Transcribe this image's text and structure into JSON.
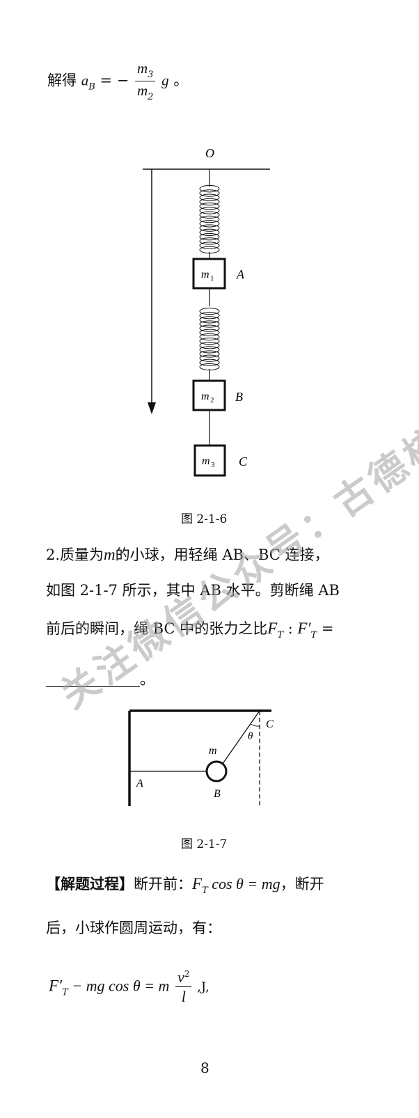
{
  "line1": {
    "prefix": "解得",
    "a": "a",
    "a_sub": "B",
    "eq": "= −",
    "num": "m",
    "num_sub": "3",
    "den": "m",
    "den_sub": "2",
    "g": "g",
    "end": "。"
  },
  "fig1": {
    "labels": {
      "O": "O",
      "A": "A",
      "B": "B",
      "C": "C",
      "m": "m",
      "sub1": "1",
      "sub2": "2",
      "sub3": "3"
    },
    "caption": "图 2-1-6"
  },
  "problem2": {
    "line1a": "2.质量为",
    "m": "m",
    "line1b": "的小球，用轻绳 AB、BC 连接，",
    "line2": "如图 2-1-7 所示，其中 AB 水平。剪断绳 AB",
    "line3": "前后的瞬间，绳 BC 中的张力之比",
    "F": "F",
    "T": "T",
    "colon": " : ",
    "Fp": "F′",
    "eq": " =",
    "end": "。"
  },
  "fig2": {
    "labels": {
      "A": "A",
      "B": "B",
      "C": "C",
      "m": "m",
      "theta": "θ"
    },
    "caption": "图 2-1-7"
  },
  "solution": {
    "tag": "【解题过程】",
    "t1": "断开前：",
    "F": "F",
    "T": "T",
    "expr1": " cos θ = mg",
    "t2": "，断开",
    "line2": "后，小球作圆周运动，有：",
    "Fp": "F′",
    "expr2": " − mg cos θ = m",
    "v": "v",
    "sq": "2",
    "l": "l",
    "tail": " ,J,"
  },
  "page_number": "8",
  "watermark": "关注微信公众号：古德校园"
}
